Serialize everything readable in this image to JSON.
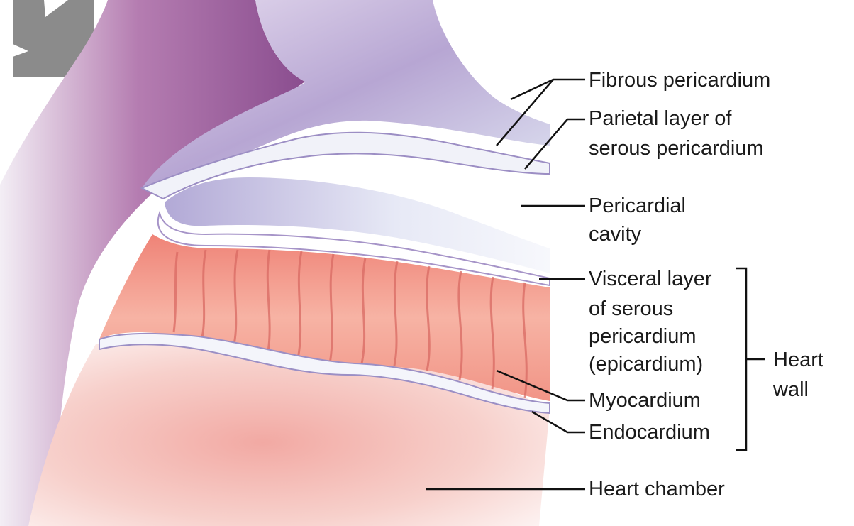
{
  "labels": {
    "fibrous_pericardium": "Fibrous pericardium",
    "parietal_layer_line1": "Parietal layer of",
    "parietal_layer_line2": "serous pericardium",
    "pericardial_cavity_line1": "Pericardial",
    "pericardial_cavity_line2": "cavity",
    "visceral_layer_line1": "Visceral layer",
    "visceral_layer_line2": "of serous",
    "visceral_layer_line3": "pericardium",
    "visceral_layer_line4": "(epicardium)",
    "myocardium": "Myocardium",
    "endocardium": "Endocardium",
    "heart_wall_line1": "Heart",
    "heart_wall_line2": "wall",
    "heart_chamber": "Heart chamber"
  },
  "colors": {
    "background": "#ffffff",
    "fibrous_tissue": "#c9bfdc",
    "serous_membrane": "#e9ecf7",
    "myocardium": "#f4a294",
    "chamber": "#f6c4bd",
    "outer_wall": "#a56aa4",
    "leader_line": "#111111"
  },
  "icons": [
    "arrow-icon"
  ]
}
